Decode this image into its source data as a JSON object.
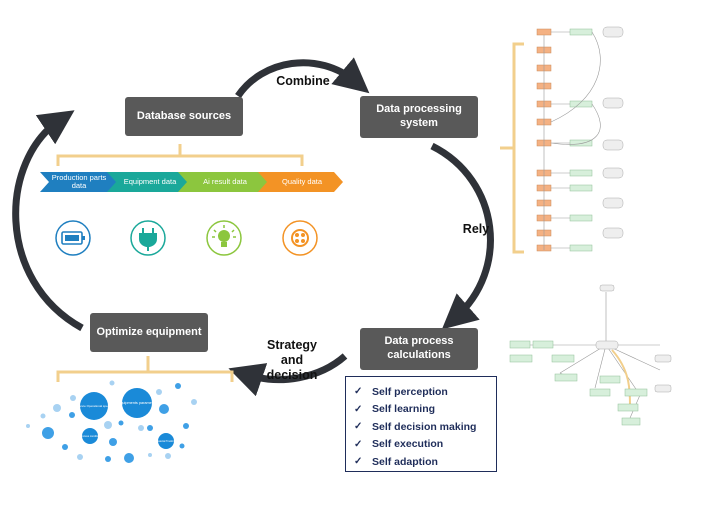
{
  "boxes": {
    "database_sources": "Database sources",
    "data_processing_system": "Data processing system",
    "data_process_calculations": "Data process calculations",
    "optimize_equipment": "Optimize equipment"
  },
  "arrow_labels": {
    "combine": "Combine",
    "rely": "Rely",
    "strategy_and_decision": "Strategy and decision"
  },
  "data_types": [
    {
      "label": "Production parts data",
      "color": "#1f7fc0",
      "icon": "battery-icon"
    },
    {
      "label": "Equipment data",
      "color": "#1aa89a",
      "icon": "plug-icon"
    },
    {
      "label": "Ai result data",
      "color": "#8cc63e",
      "icon": "lightbulb-icon"
    },
    {
      "label": "Quality data",
      "color": "#f39325",
      "icon": "film-reel-icon"
    }
  ],
  "checklist": [
    "Self perception",
    "Self learning",
    "Self decision making",
    "Self execution",
    "Self adaption"
  ],
  "bubbles": {
    "big_1": "Equipments parameter",
    "big_2": "Performance Operational specification",
    "small_1": "Process condition",
    "small_2": "Material Tracking"
  },
  "colors": {
    "box": "#595959",
    "arrow": "#2f3238",
    "bracket": "#f2cf8c",
    "checklist_border": "#1f2d5a",
    "bubble": "#1a8ad8"
  }
}
